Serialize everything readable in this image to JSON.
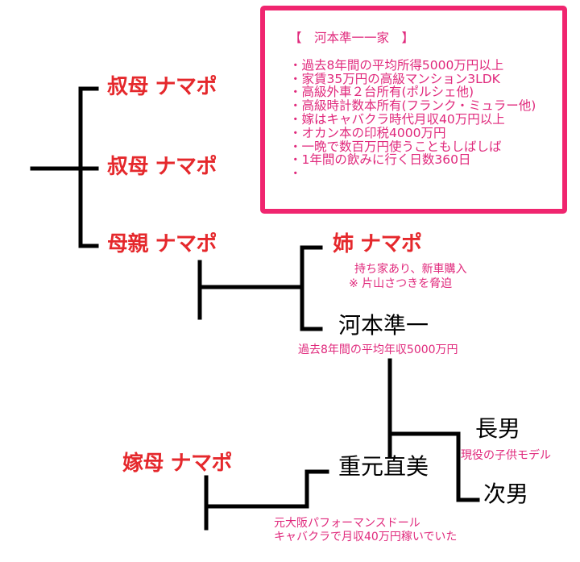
{
  "info_box": {
    "title": "【　河本準一一家　】",
    "items": [
      "・過去8年間の平均所得5000万円以上",
      "・家賃35万円の高級マンション3LDK",
      "・高級外車２台所有(ポルシェ他)",
      "・高級時計数本所有(フランク・ミュラー他)",
      "・嫁はキャバクラ時代月収40万円以上",
      "・オカン本の印税4000万円",
      "・一晩で数百万円使うこともしばしば",
      "・1年間の飲みに行く日数360日",
      "・"
    ]
  },
  "people": {
    "aunt1": "叔母 ナマポ",
    "aunt2": "叔母 ナマポ",
    "mother": "母親 ナマポ",
    "sister": "姉 ナマポ",
    "kawamoto": "河本準一",
    "wife_mother": "嫁母 ナマポ",
    "wife": "重元直美",
    "son1": "長男",
    "son2": "次男"
  },
  "notes": {
    "sister_line1": "持ち家あり、新車購入",
    "sister_line2": "※ 片山さつきを脅迫",
    "kawamoto_income": "過去8年間の平均年収5000万円",
    "son1_note": "現役の子供モデル",
    "wife_line1": "元大阪パフォーマンスドール",
    "wife_line2": "キャバクラで月収40万円稼いでいた"
  },
  "colors": {
    "box_border": "#f0256f",
    "red_label": "#e5282c",
    "pink_text": "#e0297c"
  }
}
